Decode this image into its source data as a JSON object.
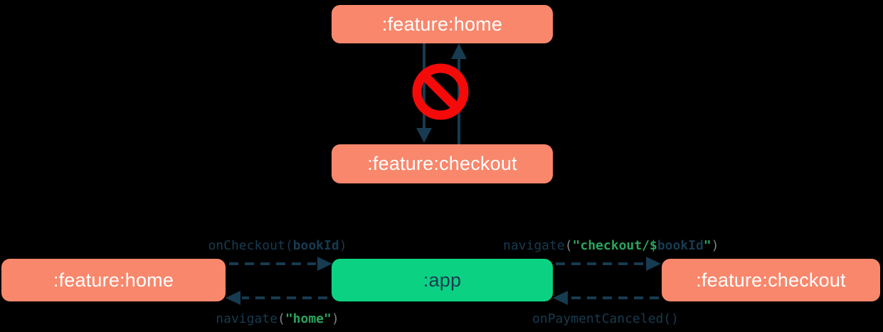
{
  "colors": {
    "background": "#000000",
    "feature_box": "#F9876C",
    "feature_box_text": "#FFFFFF",
    "app_box": "#0BD282",
    "arrow_navy": "#173B50",
    "no_entry_red": "#F50A0A",
    "code_navy": "#173B50",
    "code_green": "#2BA45E",
    "code_gray": "#808285"
  },
  "top_diagram": {
    "description": "forbidden direct dependency between feature modules",
    "home_box": {
      "label": ":feature:home"
    },
    "checkout_box": {
      "label": ":feature:checkout"
    },
    "icon": "no-entry",
    "arrows": [
      {
        "from": ":feature:home",
        "to": ":feature:checkout",
        "direction": "down"
      },
      {
        "from": ":feature:checkout",
        "to": ":feature:home",
        "direction": "up"
      }
    ]
  },
  "bottom_diagram": {
    "description": "communication mediated by the app module",
    "home_box": {
      "label": ":feature:home"
    },
    "app_box": {
      "label": ":app"
    },
    "checkout_box": {
      "label": ":feature:checkout"
    },
    "edge_labels": {
      "on_checkout": {
        "text": "onCheckout(bookId)",
        "from": ":feature:home",
        "to": ":app",
        "tokens": [
          {
            "t": "onCheckout(",
            "c": "navy",
            "b": false
          },
          {
            "t": "bookId",
            "c": "navy",
            "b": true
          },
          {
            "t": ")",
            "c": "navy",
            "b": false
          }
        ]
      },
      "navigate_checkout": {
        "text": "navigate(\"checkout/$bookId\")",
        "from": ":app",
        "to": ":feature:checkout",
        "tokens": [
          {
            "t": "navigate",
            "c": "navy",
            "b": false
          },
          {
            "t": "(",
            "c": "gray",
            "b": false
          },
          {
            "t": "\"checkout/$",
            "c": "green",
            "b": true
          },
          {
            "t": "bookId",
            "c": "navy",
            "b": true
          },
          {
            "t": "\"",
            "c": "green",
            "b": true
          },
          {
            "t": ")",
            "c": "gray",
            "b": false
          }
        ]
      },
      "navigate_home": {
        "text": "navigate(\"home\")",
        "from": ":app",
        "to": ":feature:home",
        "tokens": [
          {
            "t": "navigate",
            "c": "navy",
            "b": false
          },
          {
            "t": "(",
            "c": "gray",
            "b": false
          },
          {
            "t": "\"home\"",
            "c": "green",
            "b": true
          },
          {
            "t": ")",
            "c": "gray",
            "b": false
          }
        ]
      },
      "on_payment_canceled": {
        "text": "onPaymentCanceled()",
        "from": ":feature:checkout",
        "to": ":app",
        "tokens": [
          {
            "t": "onPaymentCanceled()",
            "c": "navy",
            "b": false
          }
        ]
      }
    }
  }
}
